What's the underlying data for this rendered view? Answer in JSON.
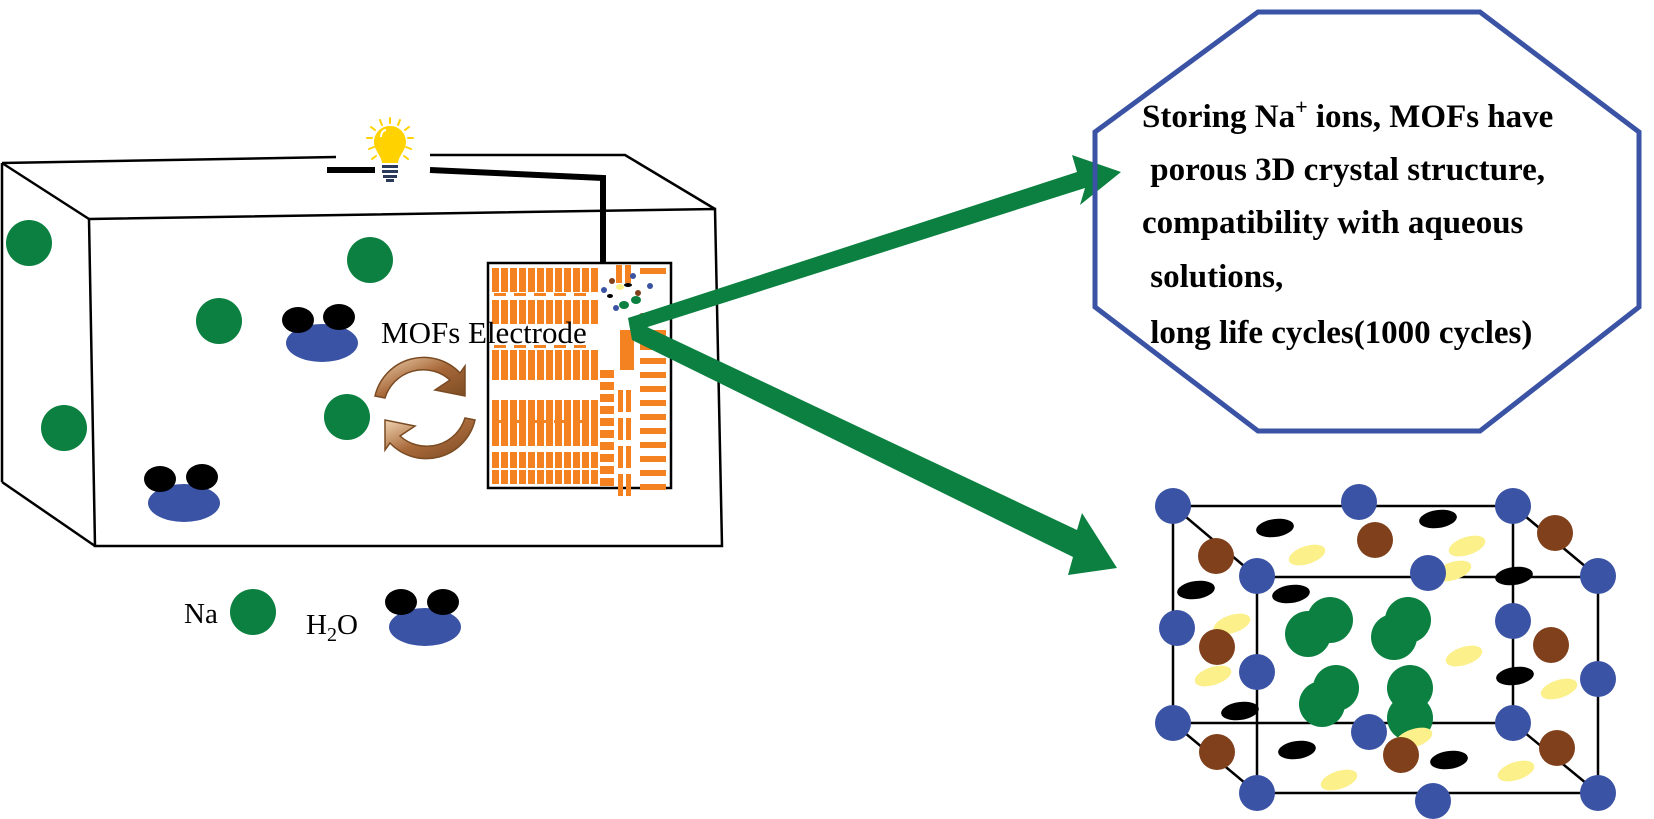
{
  "diagram": {
    "title": "MOFs electrode in aqueous sodium-ion battery",
    "electrode_label": "MOFs Electrode",
    "legend": {
      "na_label": "Na",
      "water_label_main": "H",
      "water_label_sub": "2",
      "water_label_end": "O"
    },
    "properties_box": {
      "lines": [
        {
          "pre": "Storing Na",
          "sup": "+",
          "post": " ions, MOFs have"
        },
        {
          "pre": " porous 3D crystal structure,",
          "sup": "",
          "post": ""
        },
        {
          "pre": "compatibility with aqueous",
          "sup": "",
          "post": ""
        },
        {
          "pre": " solutions,",
          "sup": "",
          "post": ""
        },
        {
          "pre": " long life cycles(1000 cycles)",
          "sup": "",
          "post": ""
        }
      ]
    },
    "icons": {
      "bulb": "light-bulb-icon",
      "cycle": "cycle-arrows-icon",
      "arrow": "arrow-icon"
    },
    "colors": {
      "sodium": "#0b8040",
      "oxygen": "#3a53a4",
      "hydrogen": "#000000",
      "electrode": "#f58220",
      "octagon": "#3a53a4",
      "arrow": "#0b8040",
      "metal_node": "#3a53a4",
      "linker_brown": "#80401c",
      "linker_yellow": "#fbf08a",
      "cycle": "#8b5a2b",
      "bulb": "#ffd200"
    }
  }
}
